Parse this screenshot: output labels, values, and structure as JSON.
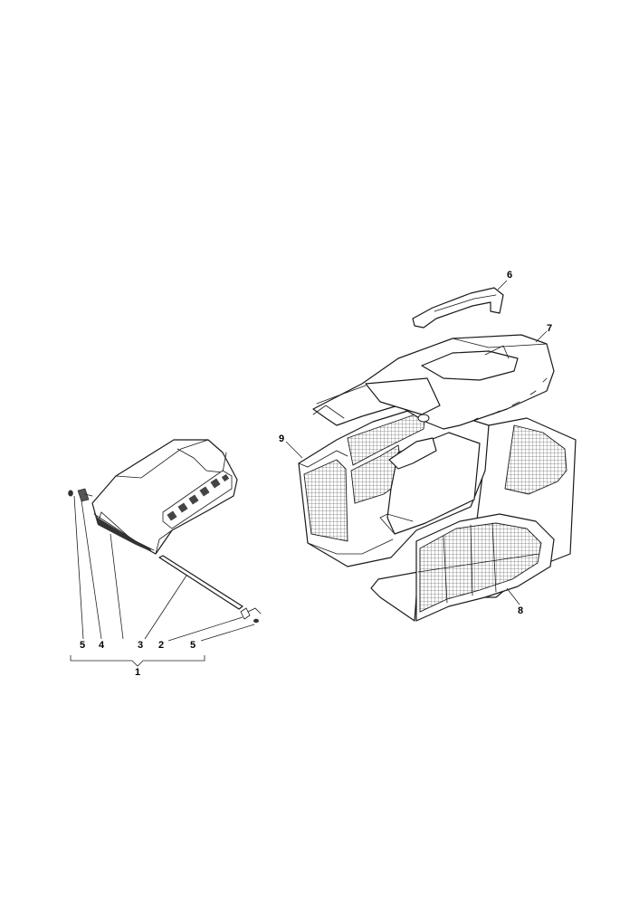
{
  "callouts": {
    "one": "1",
    "two": "2",
    "three": "3",
    "four": "4",
    "five_left": "5",
    "five_right": "5",
    "six": "6",
    "seven": "7",
    "eight": "8",
    "nine": "9"
  }
}
